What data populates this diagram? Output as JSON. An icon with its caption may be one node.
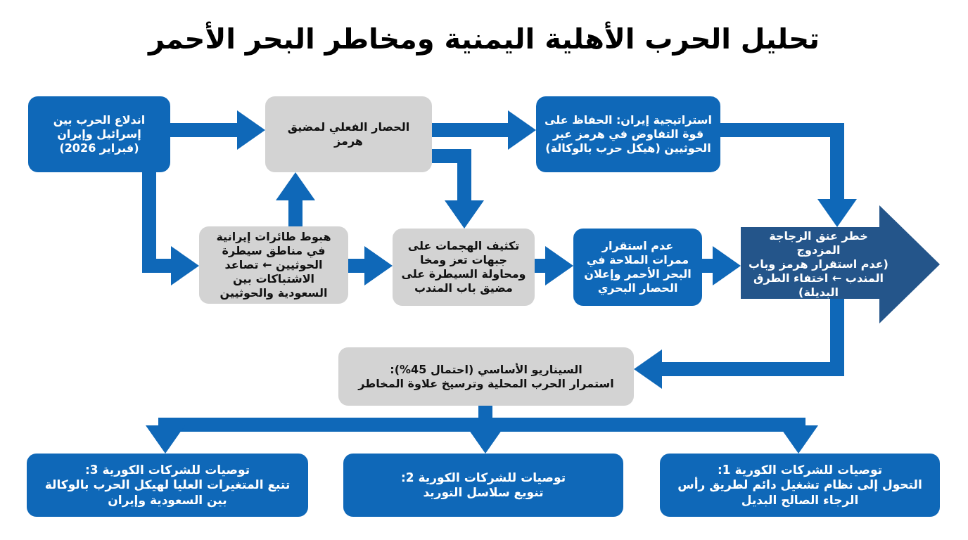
{
  "diagram": {
    "title": "تحليل الحرب الأهلية اليمنية ومخاطر البحر الأحمر",
    "nodes": [
      {
        "text": [
          "اندلاع الحرب بين إسرائيل وإيران (فبراير 2026)"
        ]
      },
      {
        "text": [
          "الحصار الفعلي لمضيق هرمز"
        ]
      },
      {
        "text": [
          "استراتيجية إيران: الحفاظ على قوة التفاوض في هرمز عبر الحوثيين (هيكل حرب بالوكالة)"
        ]
      },
      {
        "text": [
          "هبوط طائرات إيرانية في مناطق سيطرة الحوثيين ← تصاعد الاشتباكات بين السعودية والحوثيين"
        ]
      },
      {
        "text": [
          "تكثيف الهجمات على جبهات تعز ومخا ومحاولة السيطرة على مضيق باب المندب"
        ]
      },
      {
        "text": [
          "عدم استقرار ممرات الملاحة في البحر الأحمر وإعلان الحصار البحري"
        ]
      },
      {
        "text": [
          "خطر عنق الزجاجة المزدوج",
          "(عدم استقرار هرمز وباب المندب ← اختفاء الطرق البديلة)"
        ]
      },
      {
        "text": [
          "السيناريو الأساسي (احتمال 45%):",
          "استمرار الحرب المحلية وترسيخ علاوة المخاطر"
        ]
      },
      {
        "text": [
          "توصيات للشركات الكورية 3:",
          "تتبع المتغيرات العليا لهيكل الحرب بالوكالة بين السعودية وإيران"
        ]
      },
      {
        "text": [
          "توصيات للشركات الكورية 2:",
          "تنويع سلاسل التوريد"
        ]
      },
      {
        "text": [
          "توصيات للشركات الكورية 1:",
          "التحول إلى نظام تشغيل دائم لطريق رأس الرجاء الصالح البديل"
        ]
      }
    ],
    "edges": [
      {
        "from": 0,
        "to": 1,
        "arrow": "to"
      },
      {
        "from": 1,
        "to": 2,
        "arrow": "to"
      },
      {
        "from": 2,
        "to": 6,
        "arrow": "to"
      },
      {
        "from": 0,
        "to": 3,
        "arrow": "to"
      },
      {
        "from": 3,
        "to": 1,
        "arrow": "to"
      },
      {
        "from": 1,
        "to": 4,
        "arrow": "to"
      },
      {
        "from": 3,
        "to": 4,
        "arrow": "to"
      },
      {
        "from": 4,
        "to": 5,
        "arrow": "to"
      },
      {
        "from": 5,
        "to": 6,
        "arrow": "to"
      },
      {
        "from": 6,
        "to": 7,
        "arrow": "to"
      },
      {
        "from": 7,
        "to": 8,
        "arrow": "to"
      },
      {
        "from": 7,
        "to": 9,
        "arrow": "to"
      },
      {
        "from": 7,
        "to": 10,
        "arrow": "to"
      }
    ]
  }
}
